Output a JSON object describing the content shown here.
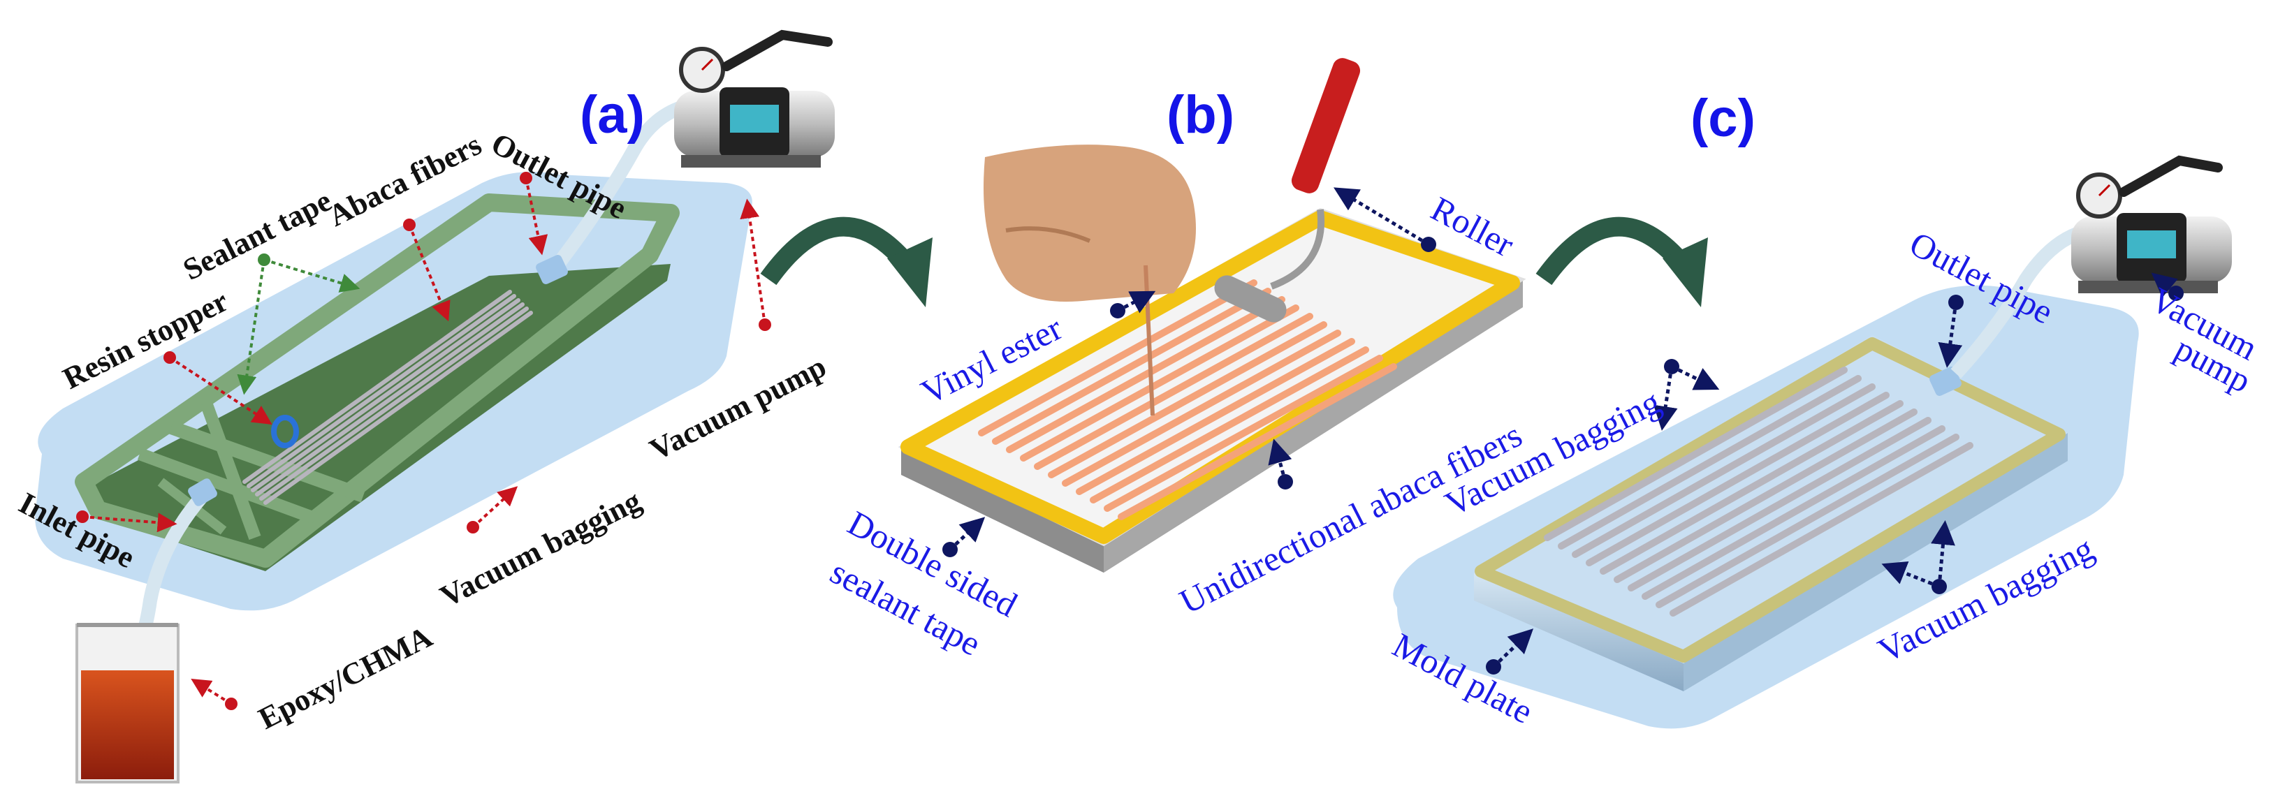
{
  "panels": {
    "a": {
      "tag": "(a)",
      "labels": {
        "sealant_tape": "Sealant tape",
        "abaca_fibers": "Abaca fibers",
        "outlet_pipe": "Outlet pipe",
        "resin_stopper": "Resin stopper",
        "vacuum_pump": "Vacuum pump",
        "inlet_pipe": "Inlet pipe",
        "vacuum_bagging": "Vacuum bagging",
        "epoxy": "Epoxy/CHMA"
      }
    },
    "b": {
      "tag": "(b)",
      "labels": {
        "roller": "Roller",
        "vinyl_ester": "Vinyl ester",
        "unidirectional": "Unidirectional abaca fibers",
        "double_sided_1": "Double sided",
        "double_sided_2": "sealant tape"
      }
    },
    "c": {
      "tag": "(c)",
      "labels": {
        "outlet_pipe": "Outlet pipe",
        "vacuum_1": "Vacuum",
        "vacuum_2": "pump",
        "vacuum_bagging_top": "Vacuum bagging",
        "vacuum_bagging_right": "Vacuum bagging",
        "mold_plate": "Mold plate"
      }
    }
  },
  "colors": {
    "bag_blue": "#b9d7f1",
    "frame_green": "#7fa87a",
    "tape_yellow": "#f2c314",
    "fiber_orange": "#f4a37a",
    "fiber_grey": "#b7b5bd",
    "arrow_green": "#2c5a46",
    "label_blue": "#1a1ae6",
    "pointer_red": "#c8141e",
    "pointer_navy": "#0e1660"
  }
}
